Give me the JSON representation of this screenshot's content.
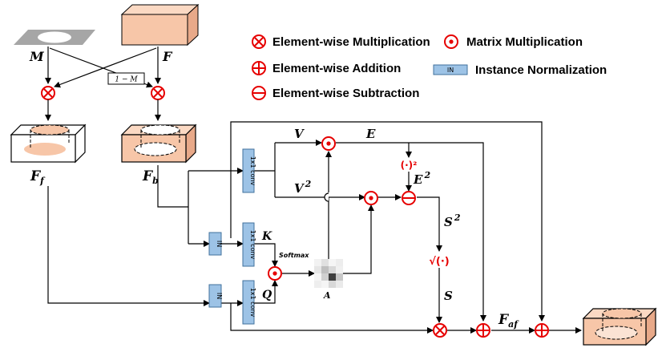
{
  "inputs": {
    "mask_label": "M",
    "feature_label": "F",
    "inv_mask_label": "1 − M"
  },
  "features": {
    "ff_label": "F",
    "ff_sub": "f",
    "fb_label": "F",
    "fb_sub": "b",
    "faf_label": "F",
    "faf_sub": "af"
  },
  "modules": {
    "conv_label": "1x1 conv",
    "in_label": "IN",
    "softmax_label": "Softmax",
    "sqrt_label": "√(·)",
    "square_label": "(·)²"
  },
  "variables": {
    "v": "V",
    "v2": "V",
    "v2_sup": "2",
    "e": "E",
    "e2": "E",
    "e2_sup": "2",
    "k": "K",
    "q": "Q",
    "a": "A",
    "s2": "S",
    "s2_sup": "2",
    "s": "S"
  },
  "legend": {
    "elementwise_mult": "Element-wise Multiplication",
    "elementwise_add": "Element-wise Addition",
    "elementwise_sub": "Element-wise Subtraction",
    "matrix_mult": "Matrix Multiplication",
    "in_box": "IN",
    "instance_norm": "Instance Normalization"
  },
  "colors": {
    "peach": "#f7c6a8",
    "peach_dark": "#e8a989",
    "conv_blue": "#9dc3e6",
    "conv_border": "#41719c",
    "red": "#e60000",
    "mask_gray": "#a6a6a6"
  }
}
